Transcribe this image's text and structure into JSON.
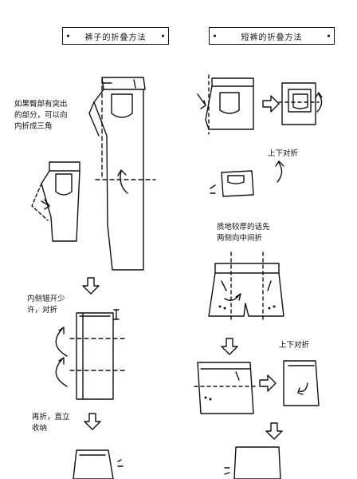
{
  "left": {
    "title": "裤子的折叠方法",
    "note_protrusion": "如果臀部有突出\n的部分，可以向\n内折成三角",
    "note_fold_half": "内侧错开少\n许，对折",
    "note_refold": "再折，直立\n收纳"
  },
  "right": {
    "title": "短裤的折叠方法",
    "note_fold_top_bottom": "上下对折",
    "note_thick_material": "质地较厚的话先\n两侧向中间折",
    "note_fold_top_bottom_2": "上下对折"
  }
}
